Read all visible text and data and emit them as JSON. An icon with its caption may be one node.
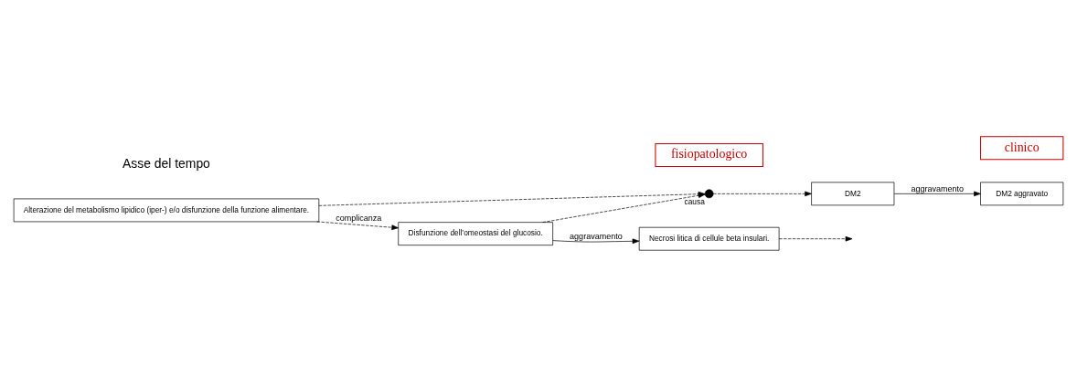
{
  "diagram": {
    "nodes": [
      {
        "text": [],
        "shape": "circle",
        "beside": [
          "causa"
        ]
      },
      {
        "text": [
          "DM2"
        ]
      },
      {
        "text": [
          "DM2 aggravato"
        ]
      },
      {
        "text": [
          "clinico"
        ]
      },
      {
        "text": [
          "Alterazione del metabolismo lipidico (iper-) e/o disfunzione della funzione alimentare."
        ]
      },
      {
        "text": [
          "fisiopatologico"
        ]
      },
      {
        "text": [
          "Disfunzione dell’omeostasi del glucosio."
        ]
      },
      {
        "text": [
          "Necrosi litica di cellule beta insulari."
        ]
      }
    ],
    "edges": [
      {
        "from": 4,
        "to": 0,
        "arrow": "to",
        "style": "dashed"
      },
      {
        "from": 6,
        "to": 0,
        "arrow": "to",
        "style": "dashed"
      },
      {
        "from": 0,
        "to": 1,
        "arrow": "to",
        "style": "dashed"
      },
      {
        "from": 1,
        "to": 2,
        "arrow": "to",
        "label": "aggravamento"
      },
      {
        "from": 4,
        "to": 6,
        "arrow": "to",
        "style": "dashed",
        "label": "complicanza"
      },
      {
        "from": 6,
        "to": 7,
        "arrow": "to",
        "label": "aggravamento"
      },
      {
        "from": 7,
        "to": null,
        "arrow": "to",
        "style": "dashed"
      }
    ],
    "labels": [
      "Asse del tempo"
    ]
  }
}
